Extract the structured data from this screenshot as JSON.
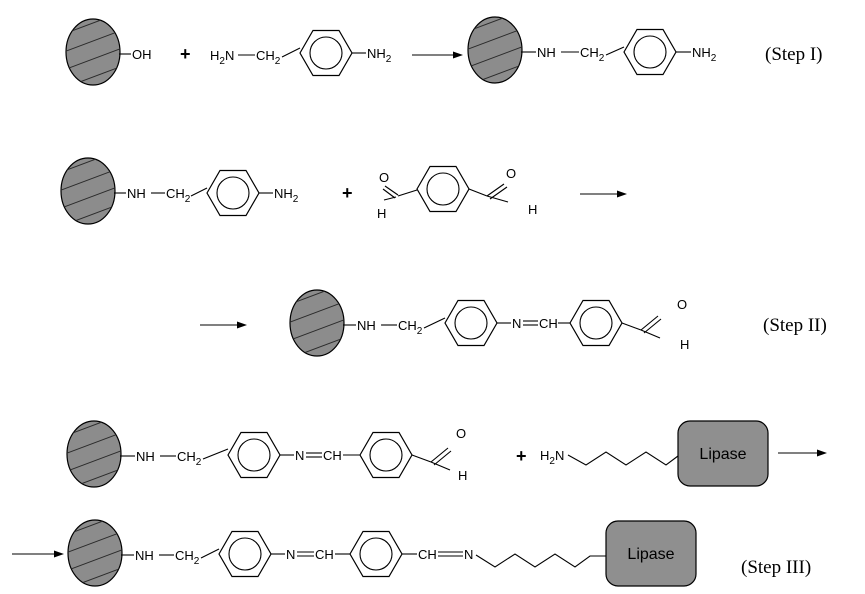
{
  "labels": {
    "oh": "OH",
    "nh": "NH",
    "ch2": "CH",
    "ch2_sub": "2",
    "h2n_pre": "H",
    "h2n_sub": "2",
    "h2n_post": "N",
    "nh2": "NH",
    "nh2_sub": "2",
    "o": "O",
    "h": "H",
    "n": "N",
    "ch": "CH",
    "plus": "+",
    "lipase": "Lipase"
  },
  "steps": {
    "step1": "(Step I)",
    "step2": "(Step II)",
    "step3": "(Step III)"
  },
  "colors": {
    "support_fill": "#8c8c8c",
    "lipase_fill": "#8f8f8f",
    "line": "#000000"
  }
}
